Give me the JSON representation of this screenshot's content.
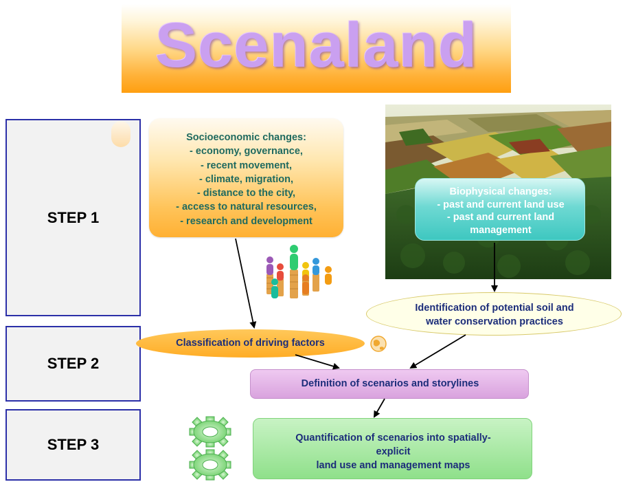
{
  "title": "Scenaland",
  "steps": {
    "step1": "STEP 1",
    "step2": "STEP 2",
    "step3": "STEP 3"
  },
  "socioeconomic": {
    "heading": "Socioeconomic changes:",
    "items": [
      "- economy, governance,",
      "- recent movement,",
      "- climate, migration,",
      "- distance to the city,",
      "- access to natural resources,",
      "- research and development"
    ]
  },
  "biophysical": {
    "heading": "Biophysical changes:",
    "lines": [
      "- past and current land use",
      "- past and current land",
      "management"
    ]
  },
  "identification": {
    "line1": "Identification of potential soil and",
    "line2": "water conservation practices"
  },
  "classification": "Classification of driving factors",
  "definition": "Definition of scenarios and storylines",
  "quantification": {
    "line1": "Quantification of scenarios into spatially-",
    "line2": "explicit",
    "line3": "land use and management maps"
  },
  "colors": {
    "title": "#caa0f0",
    "step_border": "#2b2fa8",
    "text_dark": "#1c2d7a",
    "socio_text": "#1f6a5f"
  },
  "icons": [
    "people-coins-icon",
    "globe-icon",
    "gear-icon",
    "landscape-photo"
  ]
}
